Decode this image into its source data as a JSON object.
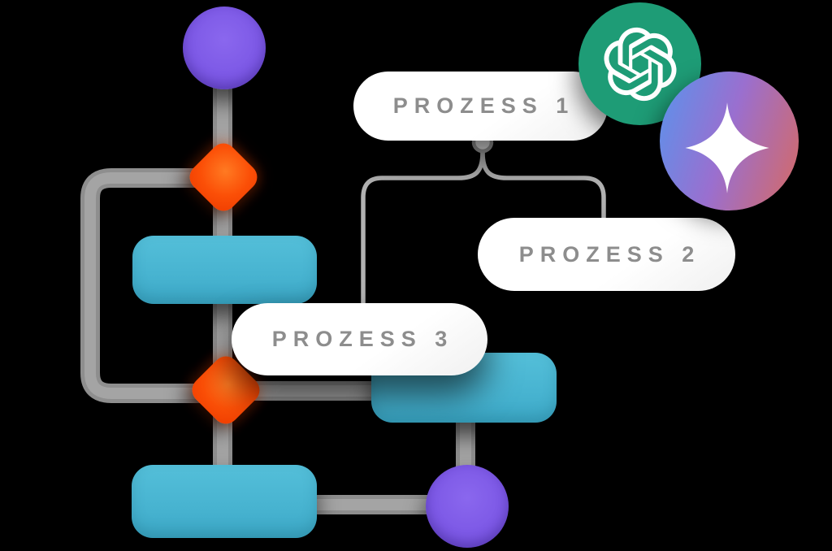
{
  "illustration": {
    "description": "AI process flowchart illustration on black background",
    "background_color": "#000000"
  },
  "pills": [
    {
      "id": "pill-1",
      "label": "PROZESS 1"
    },
    {
      "id": "pill-2",
      "label": "PROZESS 2"
    },
    {
      "id": "pill-3",
      "label": "PROZESS 3"
    }
  ],
  "logos": [
    {
      "name": "openai-logo",
      "background_color": "#1e9c76",
      "glyph_color": "#ffffff"
    },
    {
      "name": "gemini-logo",
      "gradient_colors": [
        "#5f90ea",
        "#9a6fcf",
        "#d26a6b"
      ],
      "glyph_color": "#ffffff"
    }
  ],
  "flowchart": {
    "colors": {
      "start_end_node": "#7d59e6",
      "decision_node": "#fb4f07",
      "process_node": "#48b4d1",
      "connector": "#9a9a9a",
      "label_connector": "#b2b2b2",
      "pill_text": "#8d8d8d",
      "pill_background": "#ffffff"
    },
    "nodes": [
      {
        "id": "start",
        "shape": "circle"
      },
      {
        "id": "decision-1",
        "shape": "diamond"
      },
      {
        "id": "process-rect-1",
        "shape": "rounded-rect"
      },
      {
        "id": "decision-2",
        "shape": "diamond"
      },
      {
        "id": "process-rect-2",
        "shape": "rounded-rect"
      },
      {
        "id": "process-rect-3",
        "shape": "rounded-rect"
      },
      {
        "id": "end",
        "shape": "circle"
      }
    ],
    "edges": [
      {
        "from": "start",
        "to": "decision-1"
      },
      {
        "from": "decision-1",
        "to": "process-rect-1"
      },
      {
        "from": "decision-1",
        "to": "decision-2",
        "via": "left-loop"
      },
      {
        "from": "process-rect-1",
        "to": "decision-2"
      },
      {
        "from": "decision-2",
        "to": "process-rect-2",
        "via": "right-branch"
      },
      {
        "from": "decision-2",
        "to": "process-rect-3"
      },
      {
        "from": "process-rect-2",
        "to": "end"
      },
      {
        "from": "process-rect-3",
        "to": "end"
      },
      {
        "from": "pill-1",
        "to": "pill-3",
        "via": "label-wishbone-left"
      },
      {
        "from": "pill-1",
        "to": "pill-2",
        "via": "label-wishbone-right"
      }
    ]
  }
}
